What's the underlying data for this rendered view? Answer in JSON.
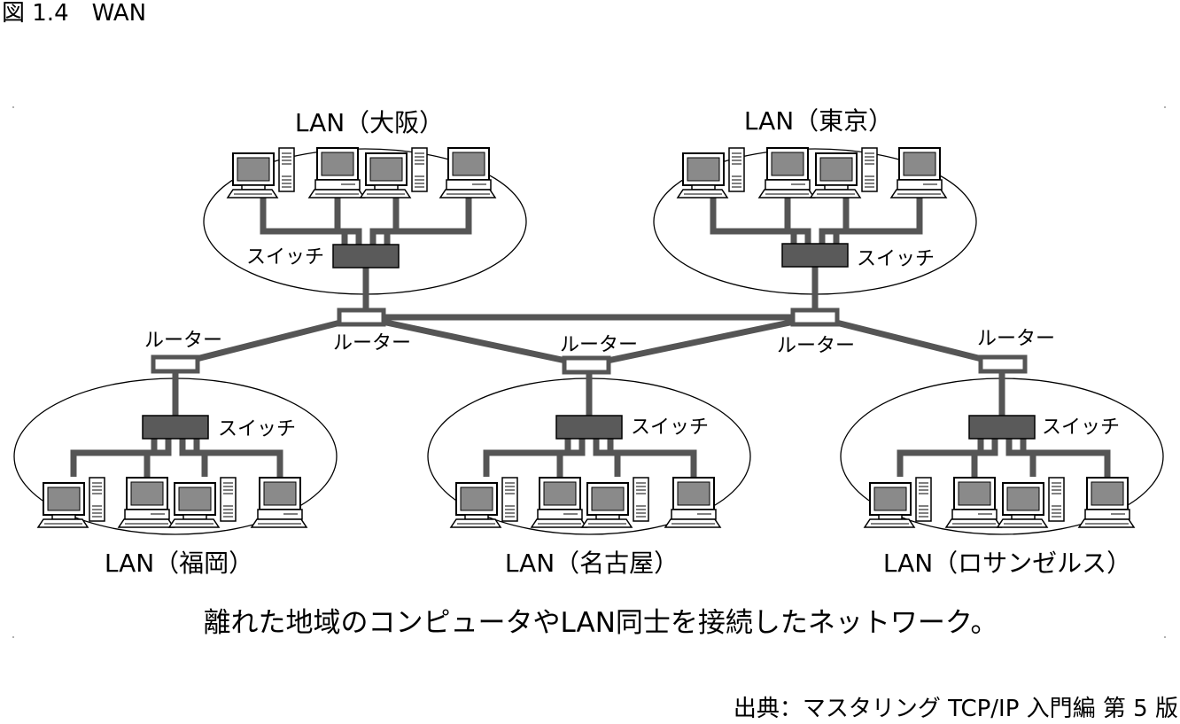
{
  "figure": {
    "title": "図 1.4　WAN",
    "caption": "離れた地域のコンピュータやLAN同士を接続したネットワーク。",
    "source": "出典：マスタリング TCP/IP 入門編 第 5 版"
  },
  "lans": [
    {
      "id": "osaka",
      "label": "LAN（大阪）",
      "switch_label": "スイッチ"
    },
    {
      "id": "tokyo",
      "label": "LAN（東京）",
      "switch_label": "スイッチ"
    },
    {
      "id": "fukuoka",
      "label": "LAN（福岡）",
      "switch_label": "スイッチ"
    },
    {
      "id": "nagoya",
      "label": "LAN（名古屋）",
      "switch_label": "スイッチ"
    },
    {
      "id": "la",
      "label": "LAN（ロサンゼルス）",
      "switch_label": "スイッチ"
    }
  ],
  "routers": [
    {
      "id": "r-fukuoka",
      "label": "ルーター"
    },
    {
      "id": "r-osaka",
      "label": "ルーター"
    },
    {
      "id": "r-nagoya",
      "label": "ルーター"
    },
    {
      "id": "r-tokyo",
      "label": "ルーター"
    },
    {
      "id": "r-la",
      "label": "ルーター"
    }
  ],
  "links": [
    [
      "r-osaka",
      "r-tokyo"
    ],
    [
      "r-osaka",
      "r-fukuoka"
    ],
    [
      "r-osaka",
      "r-nagoya"
    ],
    [
      "r-tokyo",
      "r-nagoya"
    ],
    [
      "r-tokyo",
      "r-la"
    ]
  ],
  "computer_types": [
    "tower",
    "desktop",
    "tower",
    "desktop"
  ],
  "colors": {
    "cable": "#555555",
    "switch_fill": "#5a5a5a",
    "router_fill": "#ffffff",
    "outline": "#000000",
    "screen": "#8a8a8a"
  }
}
